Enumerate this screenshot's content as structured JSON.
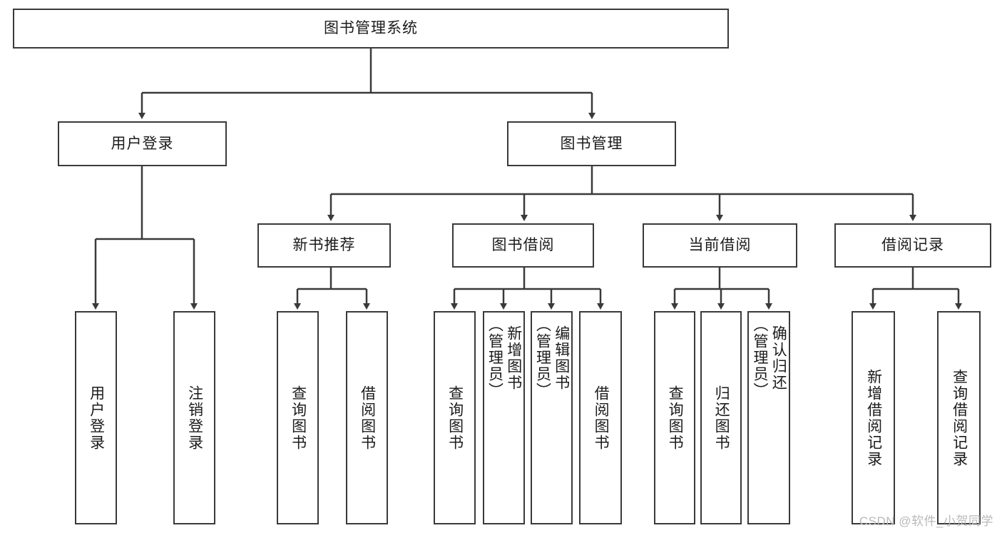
{
  "diagram": {
    "title": "图书管理系统",
    "type": "tree-hierarchy-chart",
    "root": {
      "label": "图书管理系统"
    },
    "level1": [
      {
        "label": "用户登录"
      },
      {
        "label": "图书管理"
      }
    ],
    "level2": [
      {
        "label": "新书推荐"
      },
      {
        "label": "图书借阅"
      },
      {
        "label": "当前借阅"
      },
      {
        "label": "借阅记录"
      }
    ],
    "leaves_user_login": [
      {
        "label": "用户登录"
      },
      {
        "label": "注销登录"
      }
    ],
    "leaves_new_book": [
      {
        "label": "查询图书"
      },
      {
        "label": "借阅图书"
      }
    ],
    "leaves_borrow": [
      {
        "label": "查询图书"
      },
      {
        "label": "新增图书\n（管理员）"
      },
      {
        "label": "编辑图书\n（管理员）"
      },
      {
        "label": "借阅图书"
      }
    ],
    "leaves_current": [
      {
        "label": "查询图书"
      },
      {
        "label": "归还图书"
      },
      {
        "label": "确认归还\n（管理员）"
      }
    ],
    "leaves_record": [
      {
        "label": "新增借阅记录"
      },
      {
        "label": "查询借阅记录"
      }
    ]
  },
  "watermark": {
    "text": "CSDN @软件_小贺同学"
  },
  "colors": {
    "stroke": "#3a3a3a",
    "background": "#ffffff",
    "text": "#1b1b1b",
    "watermark": "#b9b9b9"
  }
}
